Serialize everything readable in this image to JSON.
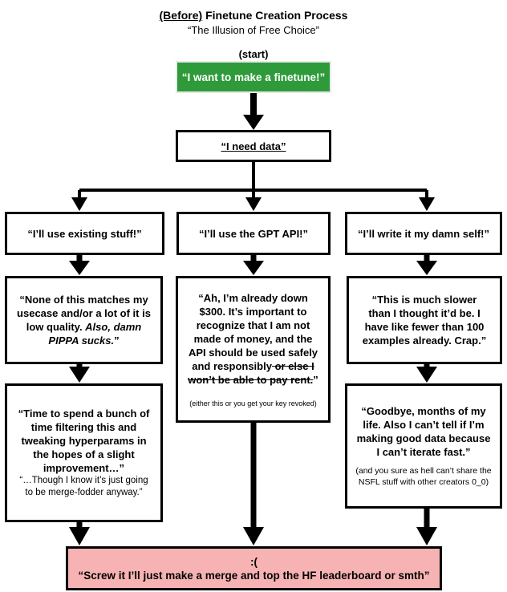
{
  "header": {
    "title_before": "(Before)",
    "title_rest": " Finetune Creation Process",
    "subtitle": "“The Illusion of Free Choice”",
    "start_label": "(start)"
  },
  "start_box": "“I want to make a finetune!”",
  "need_data_box": "“I need data”",
  "branches": [
    {
      "option": "“I’ll use existing stuff!”",
      "step1_main": "“None of this matches my usecase and/or a lot of it is low quality. ",
      "step1_italic": "Also, damn PIPPA sucks.",
      "step1_end": "”",
      "step2_main": "“Time to spend a bunch of time filtering this and tweaking hyperparams in the hopes of a slight improvement…”",
      "step2_note": "“…Though I know it’s just going to be merge-fodder anyway.”"
    },
    {
      "option": "“I’ll use the GPT API!”",
      "step1_main": "“Ah, I’m already down $300. It’s important to recognize that I am not made of money, and the API should be used safely and responsibly",
      "step1_strike": " or else I won’t be able to pay rent.",
      "step1_end": "”",
      "step1_note": "(either this or you get your key revoked)"
    },
    {
      "option": "“I’ll write it my damn self!”",
      "step1_main": "“This is much slower than I thought it’d be. I have like fewer than 100 examples already. Crap.”",
      "step2_main": "“Goodbye, months of my life. Also I can’t tell if I’m making good data because I can’t iterate fast.”",
      "step2_note": "(and you sure as hell can’t share the NSFL stuff with other creators 0_0)"
    }
  ],
  "end_box": {
    "face": ":(",
    "text": "“Screw it I’ll just make a merge and top the HF leaderboard or smth”"
  },
  "colors": {
    "start_fill": "#2e9a3a",
    "end_fill": "#f7b3b3",
    "line": "#000000"
  }
}
